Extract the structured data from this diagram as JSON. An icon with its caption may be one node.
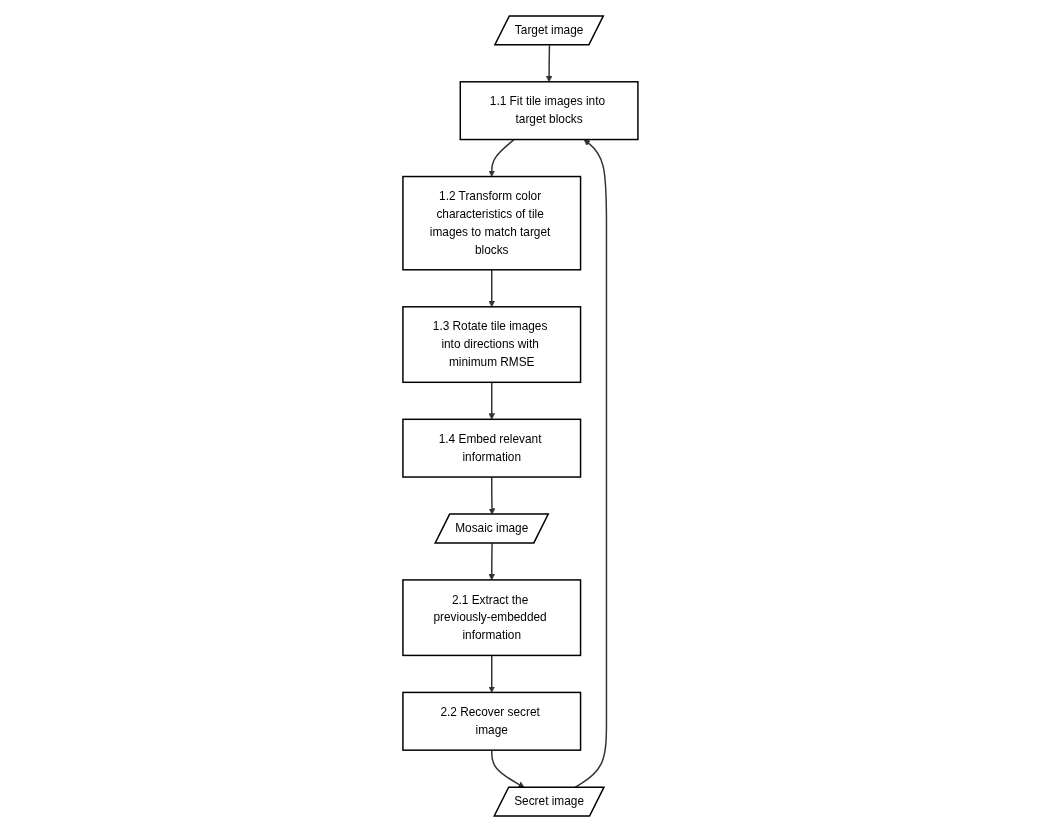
{
  "diagram": {
    "nodes": [
      {
        "text": [
          "Target image"
        ]
      },
      {
        "text": [
          "Secret image"
        ]
      },
      {
        "text": [
          "1.1 Fit tile images into target blocks"
        ]
      },
      {
        "text": [
          "1.2 Transform color characteristics of tile images to match target blocks"
        ]
      },
      {
        "text": [
          "1.3 Rotate tile images into directions with minimum RMSE"
        ]
      },
      {
        "text": [
          "1.4 Embed relevant information"
        ]
      },
      {
        "text": [
          "Mosaic image"
        ]
      },
      {
        "text": [
          "2.1 Extract the previously-embedded information"
        ]
      },
      {
        "text": [
          "2.2 Recover secret image"
        ]
      }
    ],
    "edges": [
      {
        "from": 0,
        "to": 2,
        "arrow": "to"
      },
      {
        "from": 1,
        "to": 2,
        "arrow": "to"
      },
      {
        "from": 2,
        "to": 3,
        "arrow": "to"
      },
      {
        "from": 3,
        "to": 4,
        "arrow": "to"
      },
      {
        "from": 4,
        "to": 5,
        "arrow": "to"
      },
      {
        "from": 5,
        "to": 6,
        "arrow": "to"
      },
      {
        "from": 6,
        "to": 7,
        "arrow": "to"
      },
      {
        "from": 7,
        "to": 8,
        "arrow": "to"
      },
      {
        "from": 8,
        "to": 1,
        "arrow": "to"
      }
    ]
  }
}
